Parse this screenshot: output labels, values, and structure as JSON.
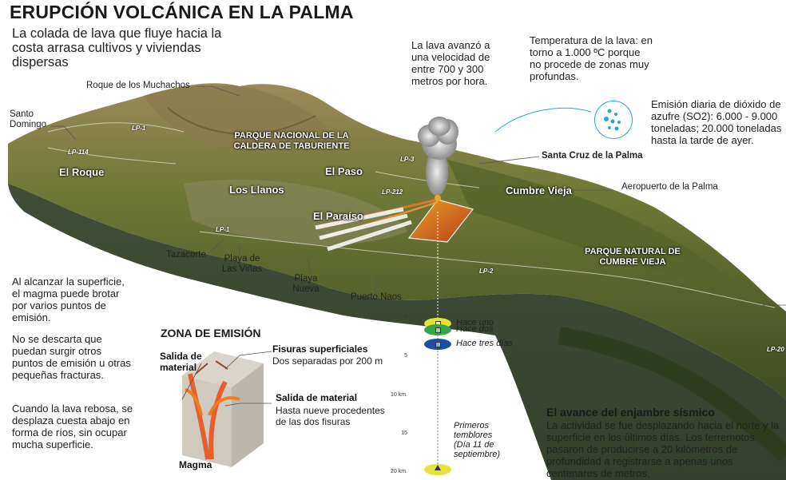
{
  "header": {
    "title": "ERUPCIÓN VOLCÁNICA EN LA PALMA",
    "subtitle": "La colada de lava que fluye hacia la costa arrasa cultivos y viviendas dispersas"
  },
  "facts": {
    "speed": "La lava avanzó a una velocidad de entre 700 y 300 metros por hora.",
    "temperature": "Temperatura de la lava: en torno a 1.000 ºC porque no procede de zonas muy profundas.",
    "emission": "Emisión diaria de dióxido de azufre (SO2): 6.000 - 9.000 toneladas; 20.000 toneladas hasta la tarde de ayer."
  },
  "map_labels": {
    "roque_muchachos": "Roque de los Muchachos",
    "santo_domingo": "Santo Domingo",
    "el_roque": "El Roque",
    "parque_taburiente": "PARQUE NACIONAL DE LA CALDERA DE TABURIENTE",
    "el_paso": "El Paso",
    "los_llanos": "Los Llanos",
    "el_paraiso": "El Paraíso",
    "santa_cruz": "Santa Cruz de la Palma",
    "cumbre_vieja": "Cumbre Vieja",
    "aeropuerto": "Aeropuerto de la Palma",
    "parque_cumbre_vieja": "PARQUE NATURAL DE CUMBRE VIEJA",
    "tazacorte": "Tazacorte",
    "playa_vinas": "Playa de Las Viñas",
    "playa_nueva": "Playa Nueva",
    "puerto_naos": "Puerto Naos"
  },
  "roads": {
    "lp1_north": "LP-1",
    "lp114": "LP-114",
    "lp3": "LP-3",
    "lp212": "LP-212",
    "lp1_west": "LP-1",
    "lp2": "LP-2",
    "lp20": "LP-20"
  },
  "left_notes": {
    "note1": "Al alcanzar la superficie, el magma puede brotar por varios puntos de emisión.",
    "note2": "No se descarta que puedan surgir otros puntos de emisión u otras pequeñas fracturas.",
    "note3": "Cuando la lava rebosa, se desplaza cuesta abajo en forma de ríos, sin ocupar mucha superficie."
  },
  "emission_zone": {
    "heading": "ZONA DE EMISIÓN",
    "salida_label": "Salida de material",
    "fisuras_label": "Fisuras superficiales",
    "fisuras_desc": "Dos separadas por 200 m",
    "salida2_label": "Salida de material",
    "salida2_desc": "Hasta nueve procedentes de las dos fisuras",
    "magma_label": "Magma"
  },
  "depth_scale": {
    "ticks": [
      {
        "label": "0",
        "value": 0
      },
      {
        "label": "5",
        "value": 5
      },
      {
        "label": "10 km.",
        "value": 10
      },
      {
        "label": "15",
        "value": 15
      },
      {
        "label": "20 km.",
        "value": 20
      }
    ],
    "markers": [
      {
        "label": "Hace uno",
        "depth": 0.6,
        "color": "#e3e13a"
      },
      {
        "label": "Hace dos",
        "depth": 1.5,
        "color": "#3ba44a"
      },
      {
        "label": "Hace tres días",
        "depth": 3.3,
        "color": "#1f4ea0"
      },
      {
        "label": "Primeros temblores (Día 11 de septiembre)",
        "depth": 19.6,
        "color": "#e3e13a"
      }
    ],
    "first_quake_lines": [
      "Primeros",
      "temblores",
      "(Día 11 de",
      "septiembre)"
    ]
  },
  "swarm": {
    "heading": "El avance del enjambre sísmico",
    "text": "La actividad se fue desplazando hacia el norte y la superficie en los últimos días. Los terremotos pasaron de producirse a 20 kilómetros de profundidad a registrarse a apenas unos centenares de metros."
  },
  "colors": {
    "lava": "#e8541e",
    "magma": "#f07d22",
    "so2_accent": "#27a6d6",
    "terrain": "#6f7a3a"
  }
}
